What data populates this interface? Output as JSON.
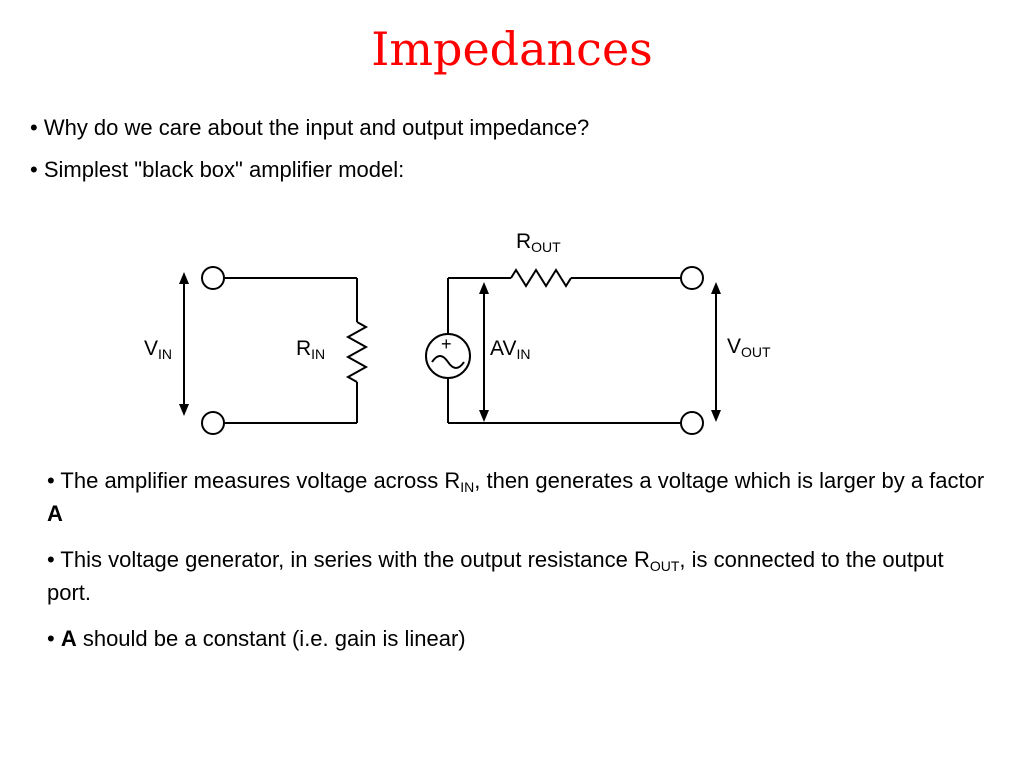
{
  "title": "Impedances",
  "bullets_top": [
    "• Why do we care about the input and output impedance?",
    "• Simplest \"black box\" amplifier model:"
  ],
  "diagram": {
    "labels": {
      "vin": {
        "main": "V",
        "sub": "IN"
      },
      "rin": {
        "main": "R",
        "sub": "IN"
      },
      "avin": {
        "main": "AV",
        "sub": "IN"
      },
      "vout": {
        "main": "V",
        "sub": "OUT"
      },
      "rout": {
        "main": "R",
        "sub": "OUT"
      }
    },
    "source_plus": "+"
  },
  "bullets_bottom": {
    "b3": {
      "p1": "• The amplifier measures voltage across R",
      "sub": "IN",
      "p2": ", then generates a voltage which is larger by a factor ",
      "bold": "A"
    },
    "b4": {
      "p1": "• This voltage generator, in series with the output resistance R",
      "sub": "OUT",
      "p2": ", is connected to the output port."
    },
    "b5": {
      "p1": "• ",
      "bold": "A",
      "p2": " should be a constant (i.e. gain is linear)"
    }
  }
}
